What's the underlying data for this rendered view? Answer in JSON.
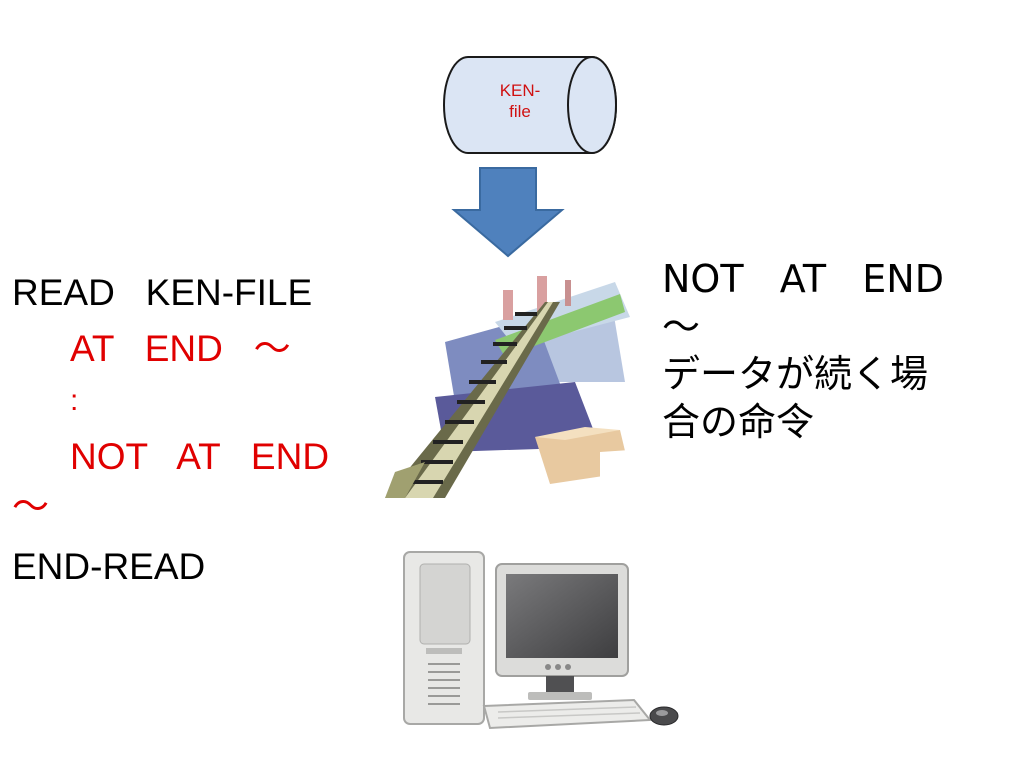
{
  "file_cylinder": {
    "label_line1": "KEN-",
    "label_line2": "file",
    "label_color": "#d01010",
    "fill": "#dbe5f4",
    "stroke": "#1a1a1a"
  },
  "arrow": {
    "fill": "#4f81bd",
    "stroke": "#3a6aa0",
    "direction": "down"
  },
  "code_block": {
    "line1": "READ   KEN-FILE",
    "line2": "AT   END   〜",
    "line3": ":",
    "line4": "NOT   AT   END",
    "line5": "〜",
    "line6": "END-READ",
    "highlight_color": "#e00000"
  },
  "explanation": {
    "line1": "NOT   AT   END",
    "line2": "〜",
    "line3": "データが続く場",
    "line4": "合の命令"
  },
  "icons": {
    "illustration": "railroad-track-icon",
    "computer": "desktop-computer-icon"
  }
}
